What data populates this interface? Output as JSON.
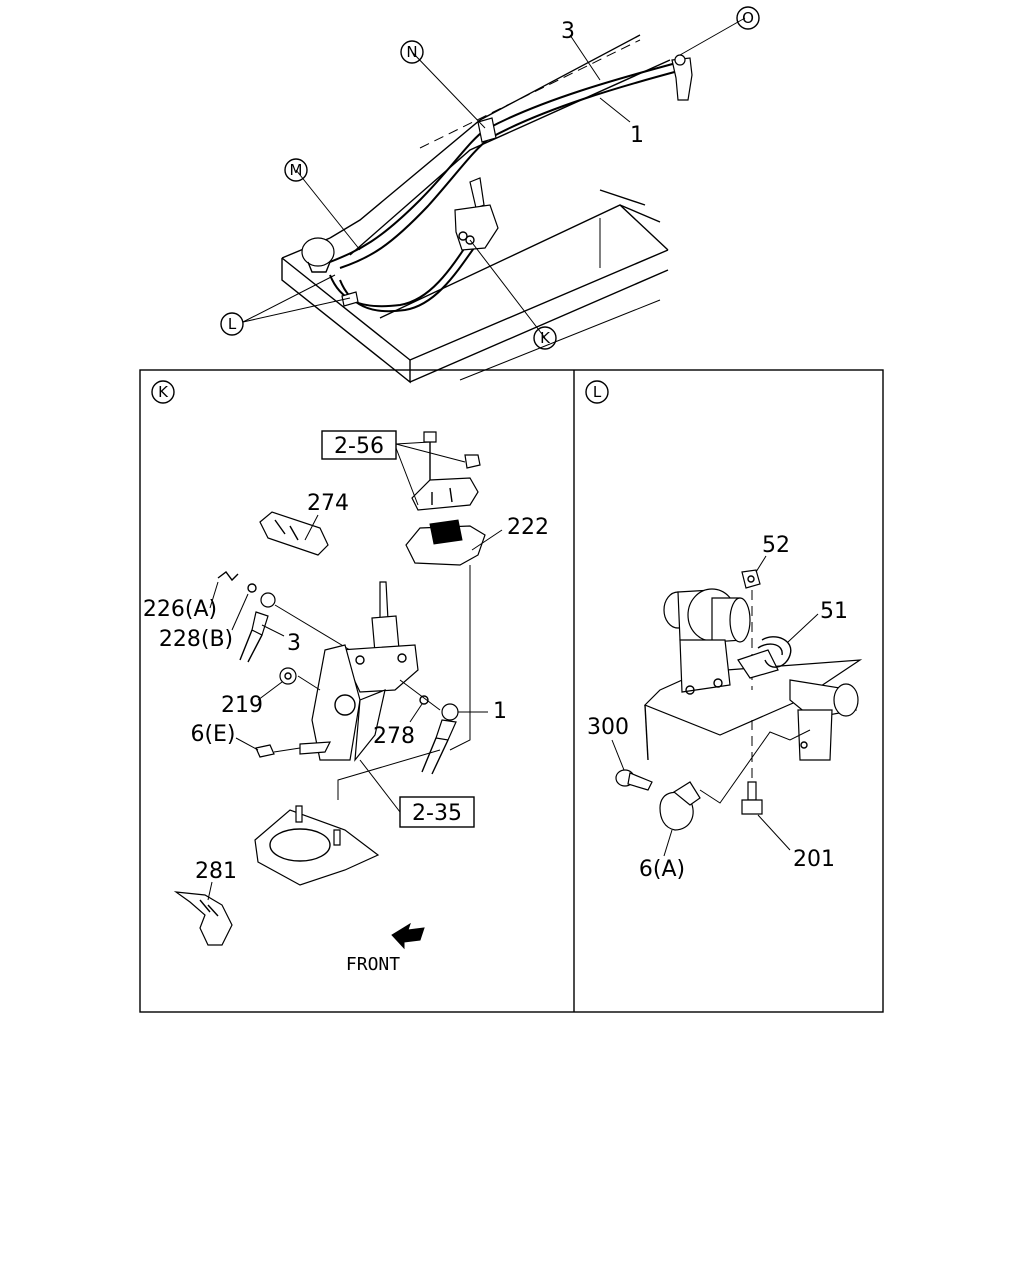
{
  "overview": {
    "callouts": [
      "O",
      "N",
      "M",
      "L",
      "K"
    ],
    "part_labels": [
      "3",
      "1"
    ]
  },
  "detail_k": {
    "circle_label": "K",
    "labels": [
      "2-56",
      "274",
      "222",
      "226(A)",
      "228(B)",
      "3",
      "219",
      "1",
      "6(E)",
      "278",
      "2-35",
      "281"
    ],
    "front_text": "FRONT"
  },
  "detail_l": {
    "circle_label": "L",
    "labels": [
      "52",
      "51",
      "300",
      "201",
      "6(A)"
    ]
  }
}
